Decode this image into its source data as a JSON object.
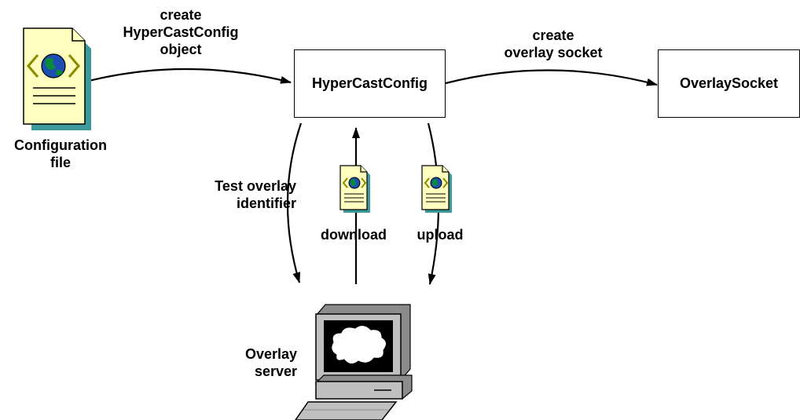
{
  "nodes": {
    "hypercastconfig": "HyperCastConfig",
    "overlaysocket": "OverlaySocket",
    "configuration_file": "Configuration\nfile",
    "overlay_server": "Overlay\nserver"
  },
  "edges": {
    "create_config": "create\nHyperCastConfig\nobject",
    "create_socket": "create\noverlay socket",
    "test_identifier": "Test overlay\nidentifier",
    "download": "download",
    "upload": "upload"
  },
  "colors": {
    "document_fill": "#ffffc0",
    "document_shadow": "#3c9a9a",
    "globe_blue": "#1c4fb0",
    "globe_green": "#0a8a3a",
    "monitor_gray": "#c0c0c0",
    "screen_black": "#000000"
  },
  "icons": [
    "xml-document-icon",
    "globe-icon",
    "computer-server-icon",
    "cloud-icon"
  ]
}
